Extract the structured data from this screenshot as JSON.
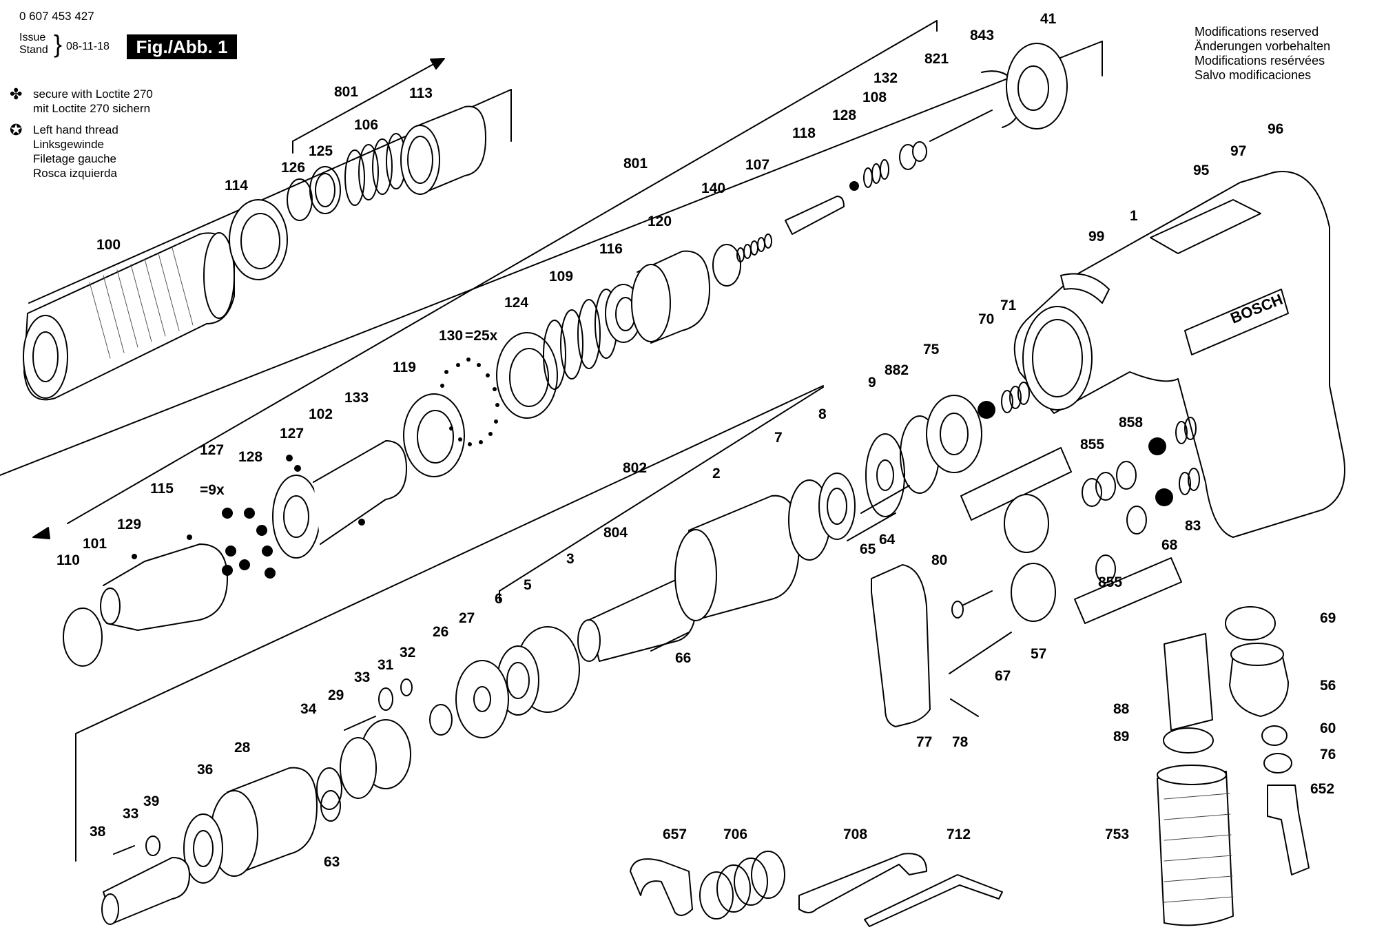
{
  "header": {
    "part_number": "0 607 453 427",
    "issue_label": "Issue",
    "stand_label": "Stand",
    "date": "08-11-18",
    "figure": "Fig./Abb. 1"
  },
  "notes": {
    "loctite_symbol": "✤",
    "loctite_lines": [
      "secure with Loctite 270",
      "mit Loctite 270 sichern"
    ],
    "left_thread_symbol": "✪",
    "left_thread_lines": [
      "Left hand thread",
      "Linksgewinde",
      "Filetage gauche",
      "Rosca izquierda"
    ]
  },
  "modifications": [
    "Modifications reserved",
    "Änderungen vorbehalten",
    "Modifications resérvées",
    "Salvo modificaciones"
  ],
  "brand": "BOSCH",
  "part_labels": [
    "0 607 453 427"
  ],
  "labels": {
    "l41": "41",
    "l843": "843",
    "l821": "821",
    "l132": "132",
    "l108": "108",
    "l128a": "128",
    "l118": "118",
    "l107": "107",
    "l140": "140",
    "l120": "120",
    "l801a": "801",
    "l801b": "801",
    "l116": "116",
    "l109": "109",
    "l124": "124",
    "l130": "130",
    "l130q": "=25x",
    "l119": "119",
    "l133": "133",
    "l102": "102",
    "l127a": "127",
    "l128b": "128",
    "l127b": "127",
    "l127q": "=9x",
    "l115": "115",
    "l129": "129",
    "l101": "101",
    "l110": "110",
    "l113": "113",
    "l106": "106",
    "l125": "125",
    "l126": "126",
    "l114": "114",
    "l100": "100",
    "l96": "96",
    "l97": "97",
    "l95": "95",
    "l99": "99",
    "l1": "1",
    "l71": "71",
    "l70": "70",
    "l75": "75",
    "l882": "882",
    "l9": "9",
    "l8": "8",
    "l7": "7",
    "l2": "2",
    "l802": "802",
    "l804": "804",
    "l3": "3",
    "l5": "5",
    "l6": "6",
    "l66": "66",
    "l65": "65",
    "l64": "64",
    "l858": "858",
    "l855a": "855",
    "l855b": "855",
    "l68": "68",
    "l83": "83",
    "l80": "80",
    "l57": "57",
    "l67": "67",
    "l77": "77",
    "l78": "78",
    "l69": "69",
    "l56": "56",
    "l88": "88",
    "l89": "89",
    "l60": "60",
    "l76": "76",
    "l652": "652",
    "l753": "753",
    "l27": "27",
    "l26": "26",
    "l32": "32",
    "l31": "31",
    "l33a": "33",
    "l29": "29",
    "l34": "34",
    "l28": "28",
    "l36": "36",
    "l39": "39",
    "l33b": "33",
    "l38": "38",
    "l63": "63",
    "l657": "657",
    "l706": "706",
    "l708": "708",
    "l712": "712"
  }
}
